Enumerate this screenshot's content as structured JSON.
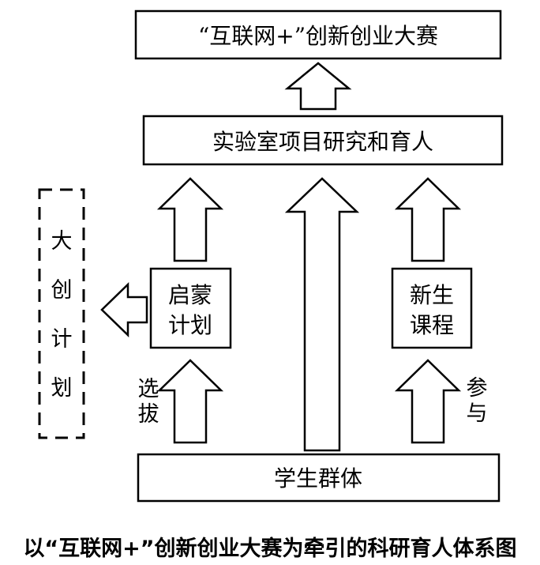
{
  "nodes": {
    "competition": "“互联网+”创新创业大赛",
    "lab_research": "实验室项目研究和育人",
    "enlighten_line1": "启蒙",
    "enlighten_line2": "计划",
    "freshman_line1": "新生",
    "freshman_line2": "课程",
    "student_body": "学生群体",
    "innovation_plan": [
      "大",
      "创",
      "计",
      "划"
    ]
  },
  "edge_labels": {
    "select": [
      "选",
      "拔"
    ],
    "participate": [
      "参",
      "与"
    ]
  },
  "caption": "以“互联网+”创新创业大赛为牵引的科研育人体系图"
}
